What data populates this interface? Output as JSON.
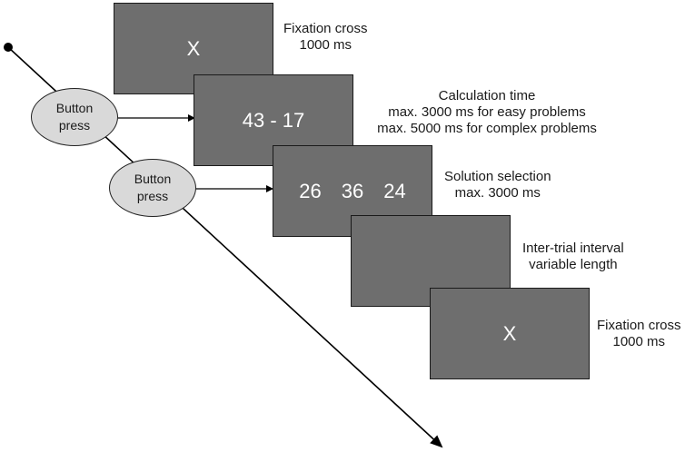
{
  "screens": [
    {
      "content": "X",
      "label": [
        "Fixation cross",
        "1000 ms"
      ]
    },
    {
      "content": "43 - 17",
      "label": [
        "Calculation time",
        "max. 3000 ms for easy problems",
        "max. 5000 ms for complex problems"
      ]
    },
    {
      "choices": [
        "26",
        "36",
        "24"
      ],
      "label": [
        "Solution selection",
        "max. 3000 ms"
      ]
    },
    {
      "content": "",
      "label": [
        "Inter-trial interval",
        "variable length"
      ]
    },
    {
      "content": "X",
      "label": [
        "Fixation cross",
        "1000 ms"
      ]
    }
  ],
  "responses": [
    {
      "lines": [
        "Button",
        "press"
      ]
    },
    {
      "lines": [
        "Button",
        "press"
      ]
    }
  ],
  "colors": {
    "screen_fill": "#6e6e6e",
    "oval_fill": "#d9d9d9",
    "line": "#000000"
  }
}
